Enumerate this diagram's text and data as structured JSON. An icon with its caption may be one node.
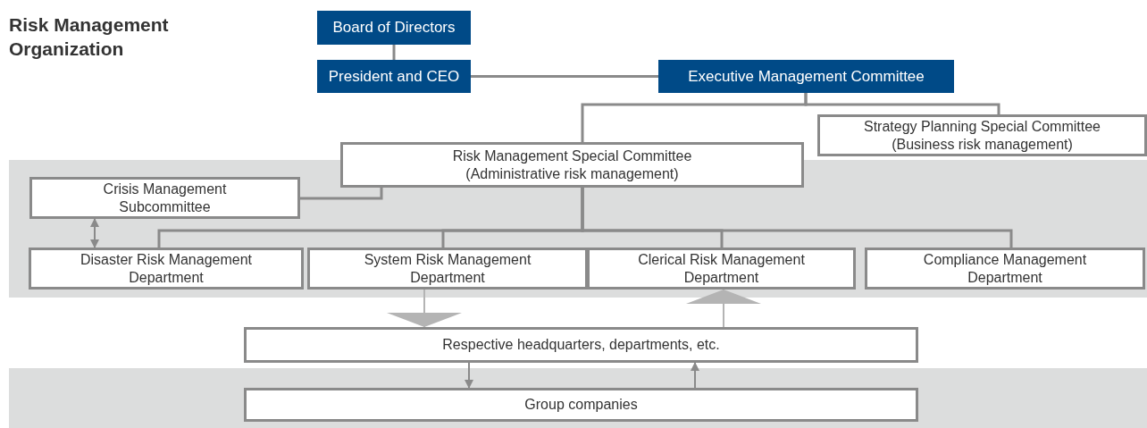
{
  "diagram": {
    "title": "Risk Management Organization",
    "nodes": [
      {
        "text": [
          "Board of Directors"
        ]
      },
      {
        "text": [
          "President and CEO"
        ]
      },
      {
        "text": [
          "Executive Management Committee"
        ]
      },
      {
        "text": [
          "Strategy Planning Special Committee (Business risk management)"
        ]
      },
      {
        "text": [
          "Risk Management Special Committee (Administrative risk management)"
        ]
      },
      {
        "text": [
          "Crisis Management Subcommittee"
        ]
      },
      {
        "text": [
          "Disaster Risk Management Department"
        ]
      },
      {
        "text": [
          "System Risk Management Department"
        ]
      },
      {
        "text": [
          "Clerical Risk Management Department"
        ]
      },
      {
        "text": [
          "Compliance Management Department"
        ]
      },
      {
        "text": [
          "Respective headquarters, departments, etc."
        ]
      },
      {
        "text": [
          "Group companies"
        ]
      }
    ],
    "edges": [
      {
        "from": 0,
        "to": 1,
        "arrow": "none"
      },
      {
        "from": 1,
        "to": 2,
        "arrow": "none"
      },
      {
        "from": 2,
        "to": 4,
        "arrow": "none"
      },
      {
        "from": 2,
        "to": 3,
        "arrow": "none"
      },
      {
        "from": 4,
        "to": 5,
        "arrow": "none"
      },
      {
        "from": 4,
        "to": 6,
        "arrow": "none"
      },
      {
        "from": 4,
        "to": 7,
        "arrow": "none"
      },
      {
        "from": 4,
        "to": 8,
        "arrow": "none"
      },
      {
        "from": 4,
        "to": 9,
        "arrow": "none"
      },
      {
        "from": 5,
        "to": 6,
        "arrow": "both"
      },
      {
        "from": 7,
        "to": 10,
        "arrow": "to"
      },
      {
        "from": 10,
        "to": 8,
        "arrow": "to"
      },
      {
        "from": 10,
        "to": 11,
        "arrow": "to"
      },
      {
        "from": 11,
        "to": 10,
        "arrow": "to"
      }
    ]
  }
}
